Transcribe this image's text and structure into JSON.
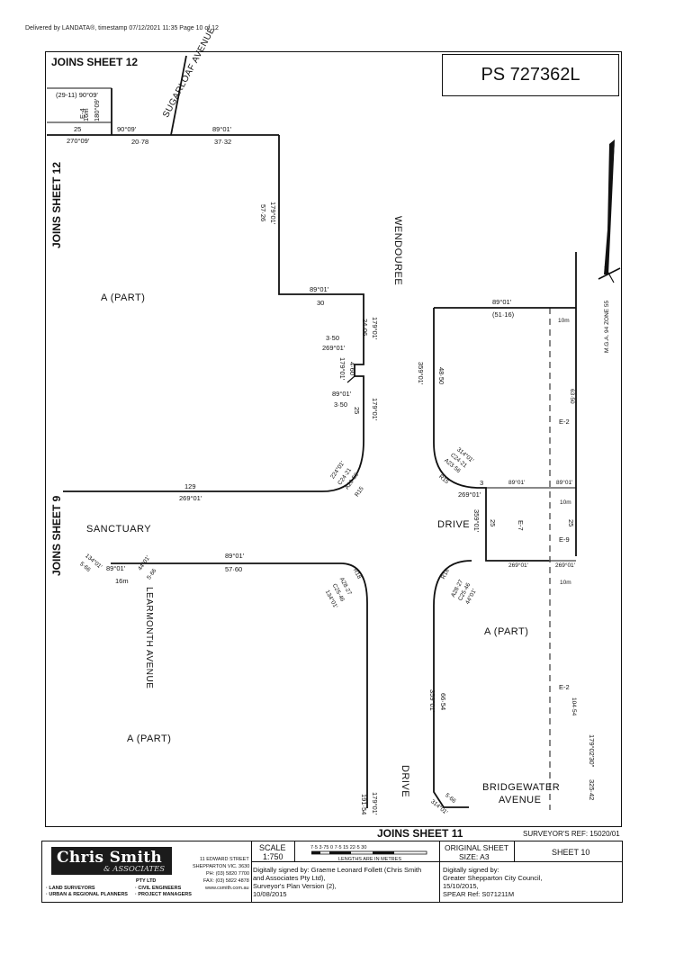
{
  "header": {
    "delivery_line": "Delivered by LANDATA®, timestamp 07/12/2021 11:35  Page 10 of 12"
  },
  "plan_number": "PS 727362L",
  "joins": {
    "top_left": "JOINS SHEET 12",
    "left_upper": "JOINS SHEET 12",
    "left_lower": "JOINS SHEET 9",
    "bottom": "JOINS SHEET 11"
  },
  "roads": {
    "sugarloaf": "SUGARLOAF AVENUE",
    "wendouree": "WENDOUREE",
    "sanctuary": "SANCTUARY",
    "learmonth": "LEARMONTH AVENUE",
    "drive_mid": "DRIVE",
    "drive_lower": "DRIVE",
    "bridgewater_1": "BRIDGEWATER",
    "bridgewater_2": "AVENUE"
  },
  "lots": {
    "a_part_1": "A (PART)",
    "a_part_2": "A (PART)",
    "a_part_3": "A (PART)"
  },
  "easements": {
    "e4": "E-4",
    "e2_upper": "E-2",
    "e7": "E-7",
    "e9": "E-9",
    "e2_lower": "E-2"
  },
  "dimensions": {
    "bearing_29_11": "(29-11) 90°09′",
    "d16m_top": "16m",
    "d180_09": "180°09′",
    "d25_top": "25",
    "d270_09": "270°09′",
    "d90_09": "90°09′",
    "d20_78": "20·78",
    "d89_01_a": "89°01′",
    "d37_32": "37·32",
    "d179_01_a": "179°01′",
    "d57_26": "57·26",
    "d89_01_b": "89°01′",
    "d30": "30",
    "d179_01_b": "179°01′",
    "d24_06": "24·06",
    "d3_50_a": "3·50",
    "d269_01_a": "269°01′",
    "d179_01_c": "179°01′",
    "d4_60": "4·60",
    "d89_01_c": "89°01′",
    "d3_50_b": "3·50",
    "d179_01_d": "179°01′",
    "d25_mid": "25",
    "d224_01": "224°01′",
    "c24_21_a": "C24·21",
    "a23_56_a": "A23·56",
    "r15_a": "R15",
    "d129": "129",
    "d269_01_b": "269°01′",
    "d89_01_d": "89°01′",
    "d51_16": "(51·16)",
    "d10m_a": "10m",
    "d359_01_a": "359°01′",
    "d48_50": "48·50",
    "d63_50": "63·50",
    "d314_01_a": "314°01′",
    "c24_21_b": "C24·21",
    "a23_56_b": "A23·56",
    "r15_b": "R15",
    "d3": "3",
    "d89_01_e": "89°01′",
    "d89_01_f": "89°01′",
    "d269_01_c": "269°01′",
    "d10m_b": "10m",
    "d359_01_b": "359°01′",
    "d25_drive": "25",
    "d25_right": "25",
    "d269_01_d": "269°01′",
    "d269_01_e": "269°01′",
    "d10m_c": "10m",
    "d134_01_a": "134°01′",
    "d5_66_a": "5·66",
    "d89_01_g": "89°01′",
    "d16m_b": "16m",
    "d44_01_a": "44°01′",
    "d5_66_b": "5·66",
    "d89_01_h": "89°01′",
    "d57_60": "57·60",
    "r18_a": "R18",
    "a28_27_a": "A28·27",
    "c25_46_a": "C25·46",
    "d134_01_b": "134°01′",
    "r18_b": "R18",
    "a28_27_b": "A28·27",
    "c25_46_b": "C25·46",
    "d44_01_b": "44°01′",
    "d359_01_c": "359°01′",
    "d66_54": "66·54",
    "d104_54": "104·54",
    "d179_02_30": "179°02′30″",
    "d325_42": "325·42",
    "d179_01_e": "179°01′",
    "d191_54": "191·54",
    "d5_66_c": "5·66",
    "d314_01_b": "314°01′"
  },
  "north": {
    "label": "M.G.A. 94 ZONE 55"
  },
  "surveyor_ref": "SURVEYOR'S REF:  15020/01",
  "titleblock": {
    "logo_name": "Chris Smith",
    "logo_assoc": "& ASSOCIATES",
    "pty": "PTY LTD",
    "services_1": "· LAND SURVEYORS",
    "services_2": "· URBAN & REGIONAL PLANNERS",
    "services_3": "· CIVIL ENGINEERS",
    "services_4": "· PROJECT MANAGERS",
    "addr_1": "11 EDWARD STREET",
    "addr_2": "SHEPPARTON VIC. 3630",
    "addr_3": "PH: (03) 5820 7700",
    "addr_4": "FAX: (03) 5822 4878",
    "addr_5": "www.csmith.com.au",
    "scale_label": "SCALE",
    "scale_value": "1:750",
    "bar_ticks": "7·5  3·75   0         7·5        15        22·5        30",
    "bar_caption": "LENGTHS ARE IN METRES",
    "orig_label": "ORIGINAL SHEET",
    "orig_size": "SIZE: A3",
    "sheet": "SHEET 10",
    "sig_left_1": "Digitally signed by: Graeme Leonard Follett (Chris Smith",
    "sig_left_2": "and Associates Pty Ltd),",
    "sig_left_3": "Surveyor's Plan Version (2),",
    "sig_left_4": "10/08/2015",
    "sig_right_1": "Digitally signed by:",
    "sig_right_2": "Greater Shepparton City Council,",
    "sig_right_3": "15/10/2015,",
    "sig_right_4": "SPEAR Ref: S071211M"
  }
}
